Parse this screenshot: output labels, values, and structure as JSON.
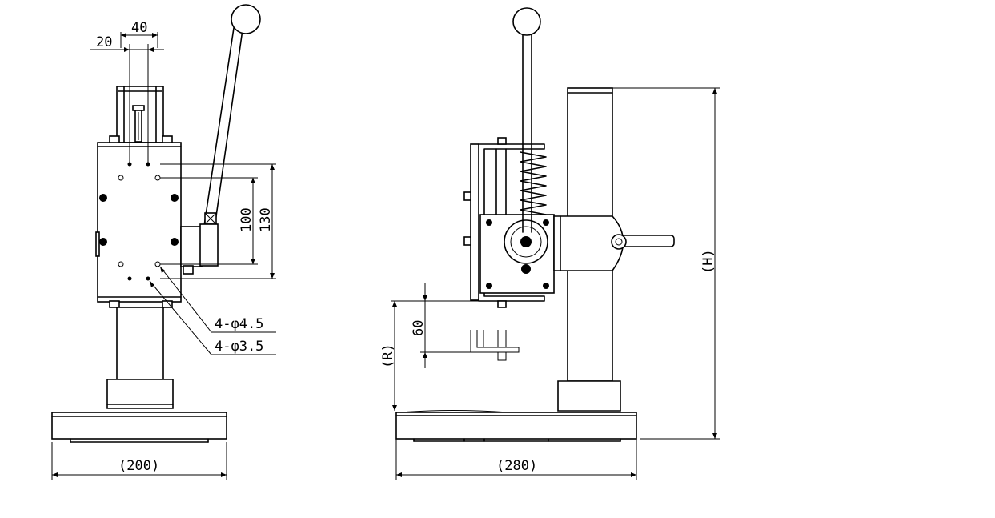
{
  "drawing": {
    "front_view": {
      "dims": {
        "top_small": "20",
        "top_large": "40",
        "v_inner": "100",
        "v_outer": "130",
        "base_width": "(200)"
      },
      "callouts": {
        "holes_a": "4-φ4.5",
        "holes_b": "4-φ3.5"
      }
    },
    "side_view": {
      "dims": {
        "stroke": "60",
        "reach": "(R)",
        "height": "(H)",
        "base_width": "(280)"
      }
    }
  }
}
